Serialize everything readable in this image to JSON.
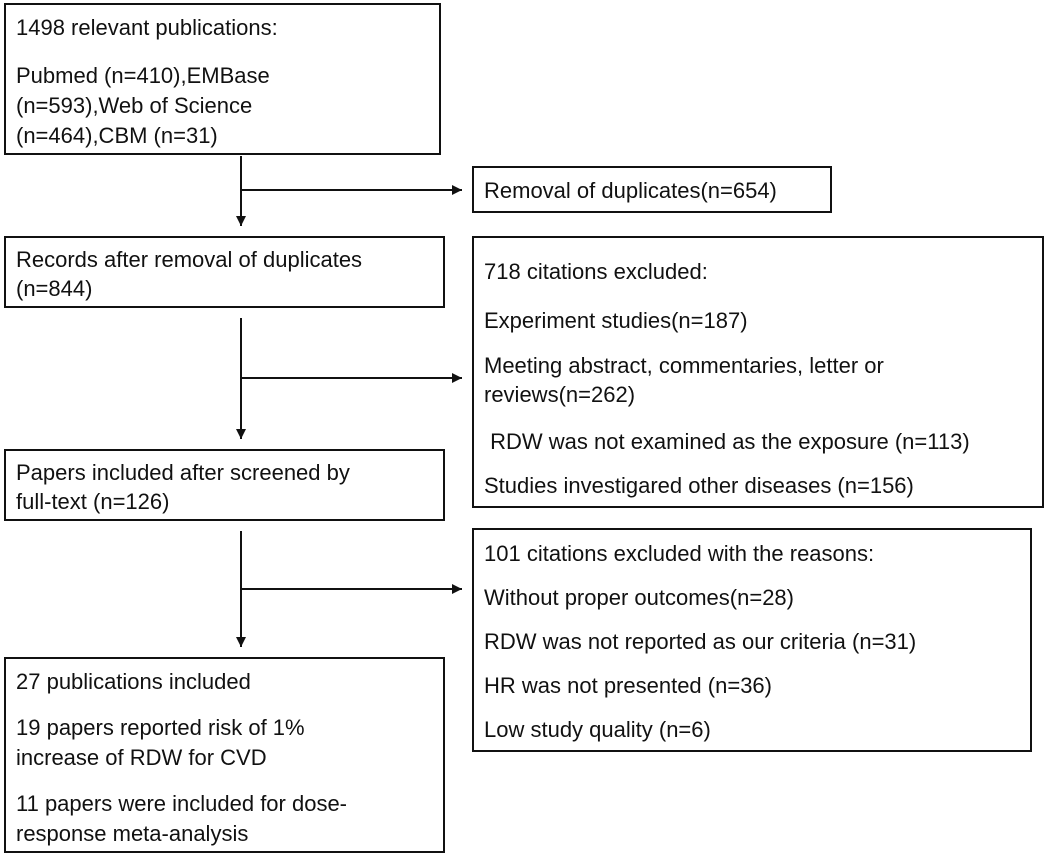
{
  "flowchart": {
    "search": {
      "title": "1498 relevant publications:",
      "sources": [
        "Pubmed (n=410),EMBase",
        "(n=593),Web of Science",
        "(n=464),CBM (n=31)"
      ]
    },
    "duplicates_removed": "Removal of duplicates(n=654)",
    "after_duplicates": [
      "Records after removal of duplicates",
      "(n=844)"
    ],
    "exclusion_1": {
      "title": "718 citations excluded:",
      "reasons": [
        "Experiment  studies(n=187)",
        "Meeting abstract, commentaries, letter or",
        "reviews(n=262)",
        " RDW was not examined as the exposure (n=113)",
        "Studies investigared other diseases (n=156)"
      ]
    },
    "full_text": [
      "Papers included after screened by",
      "full-text (n=126)"
    ],
    "exclusion_2": {
      "title": "101 citations excluded with the reasons:",
      "reasons": [
        "Without proper outcomes(n=28)",
        "RDW was not reported as our criteria (n=31)",
        "HR was not presented (n=36)",
        "Low study quality (n=6)"
      ]
    },
    "included": {
      "title": "27 publications  included",
      "lines": [
        "19 papers reported risk of 1%",
        "increase of RDW for CVD",
        "11 papers were included for dose-",
        "response meta-analysis"
      ]
    }
  }
}
